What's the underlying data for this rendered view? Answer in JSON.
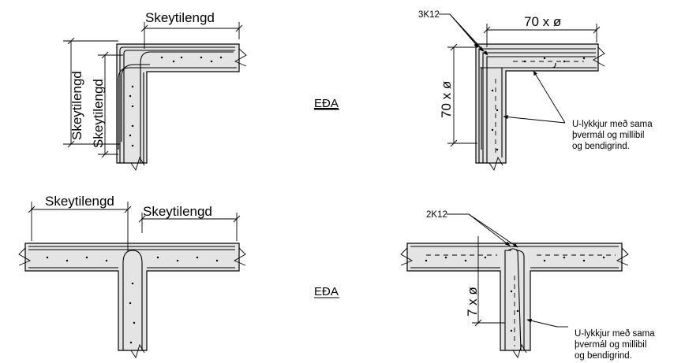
{
  "labels": {
    "skeytilengd": "Skeytilengd",
    "eda": "EÐA",
    "dim_70": "70 x ø",
    "dim_7": "7 x ø",
    "bar_3k12": "3K12",
    "bar_2k12": "2K12",
    "note_line1": "U-lykkjur með sama",
    "note_line2": "þvermál og millibil",
    "note_line3": "og bendigrind."
  },
  "colors": {
    "concrete": "#e4e4e4",
    "line": "#000000"
  }
}
